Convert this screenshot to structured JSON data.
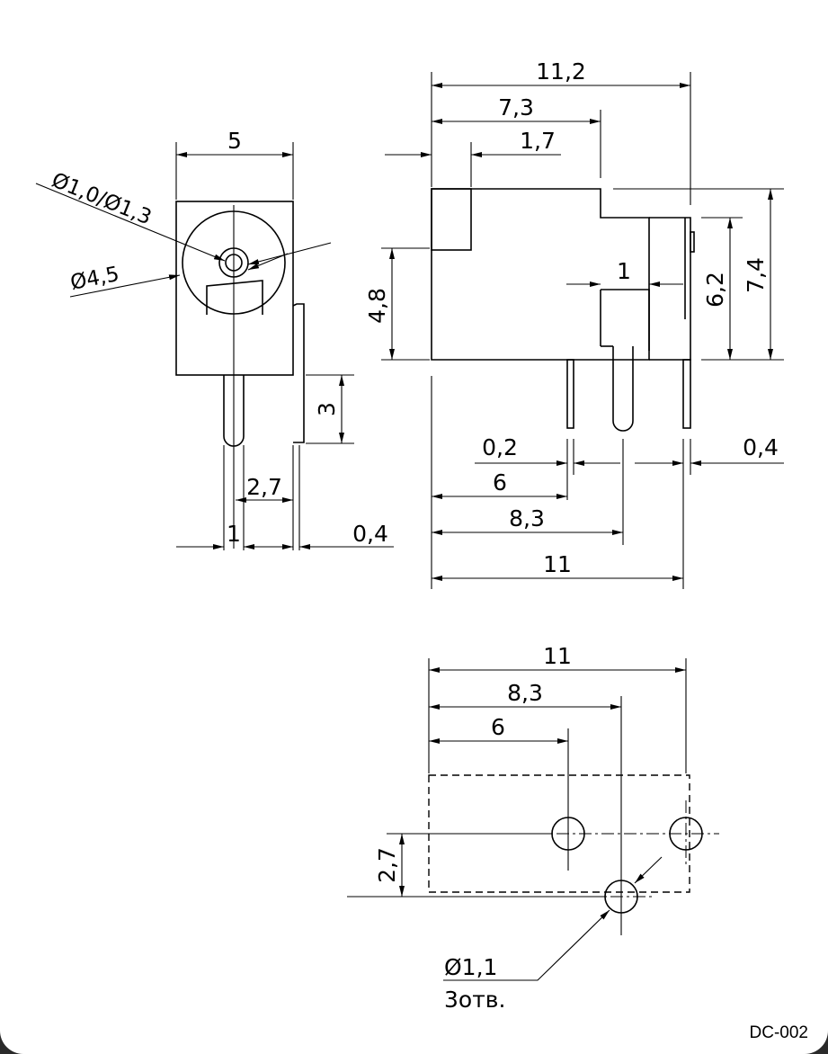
{
  "drawing_code": "DC-002",
  "side_view": {
    "width": "5",
    "diameter_pin": "Ø1,0/Ø1,3",
    "diameter_bore": "Ø4,5",
    "pin_length": "3",
    "pin_pitch": "2,7",
    "pin_width": "1",
    "tab_thickness": "0,4"
  },
  "front_view": {
    "overall_length": "11,2",
    "step_length": "7,3",
    "collar_length": "1,7",
    "barrel_height": "4,8",
    "pin_width": "1",
    "body_height": "6,2",
    "overall_height": "7,4",
    "pin_thickness": "0,2",
    "pin_pos_1": "6",
    "pin_pos_2": "8,3",
    "tab_thickness": "0,4",
    "base_length": "11"
  },
  "footprint": {
    "overall": "11",
    "hole_pos_2": "8,3",
    "hole_pos_1": "6",
    "offset": "2,7",
    "hole_diameter": "Ø1,1",
    "hole_count": "3отв."
  }
}
